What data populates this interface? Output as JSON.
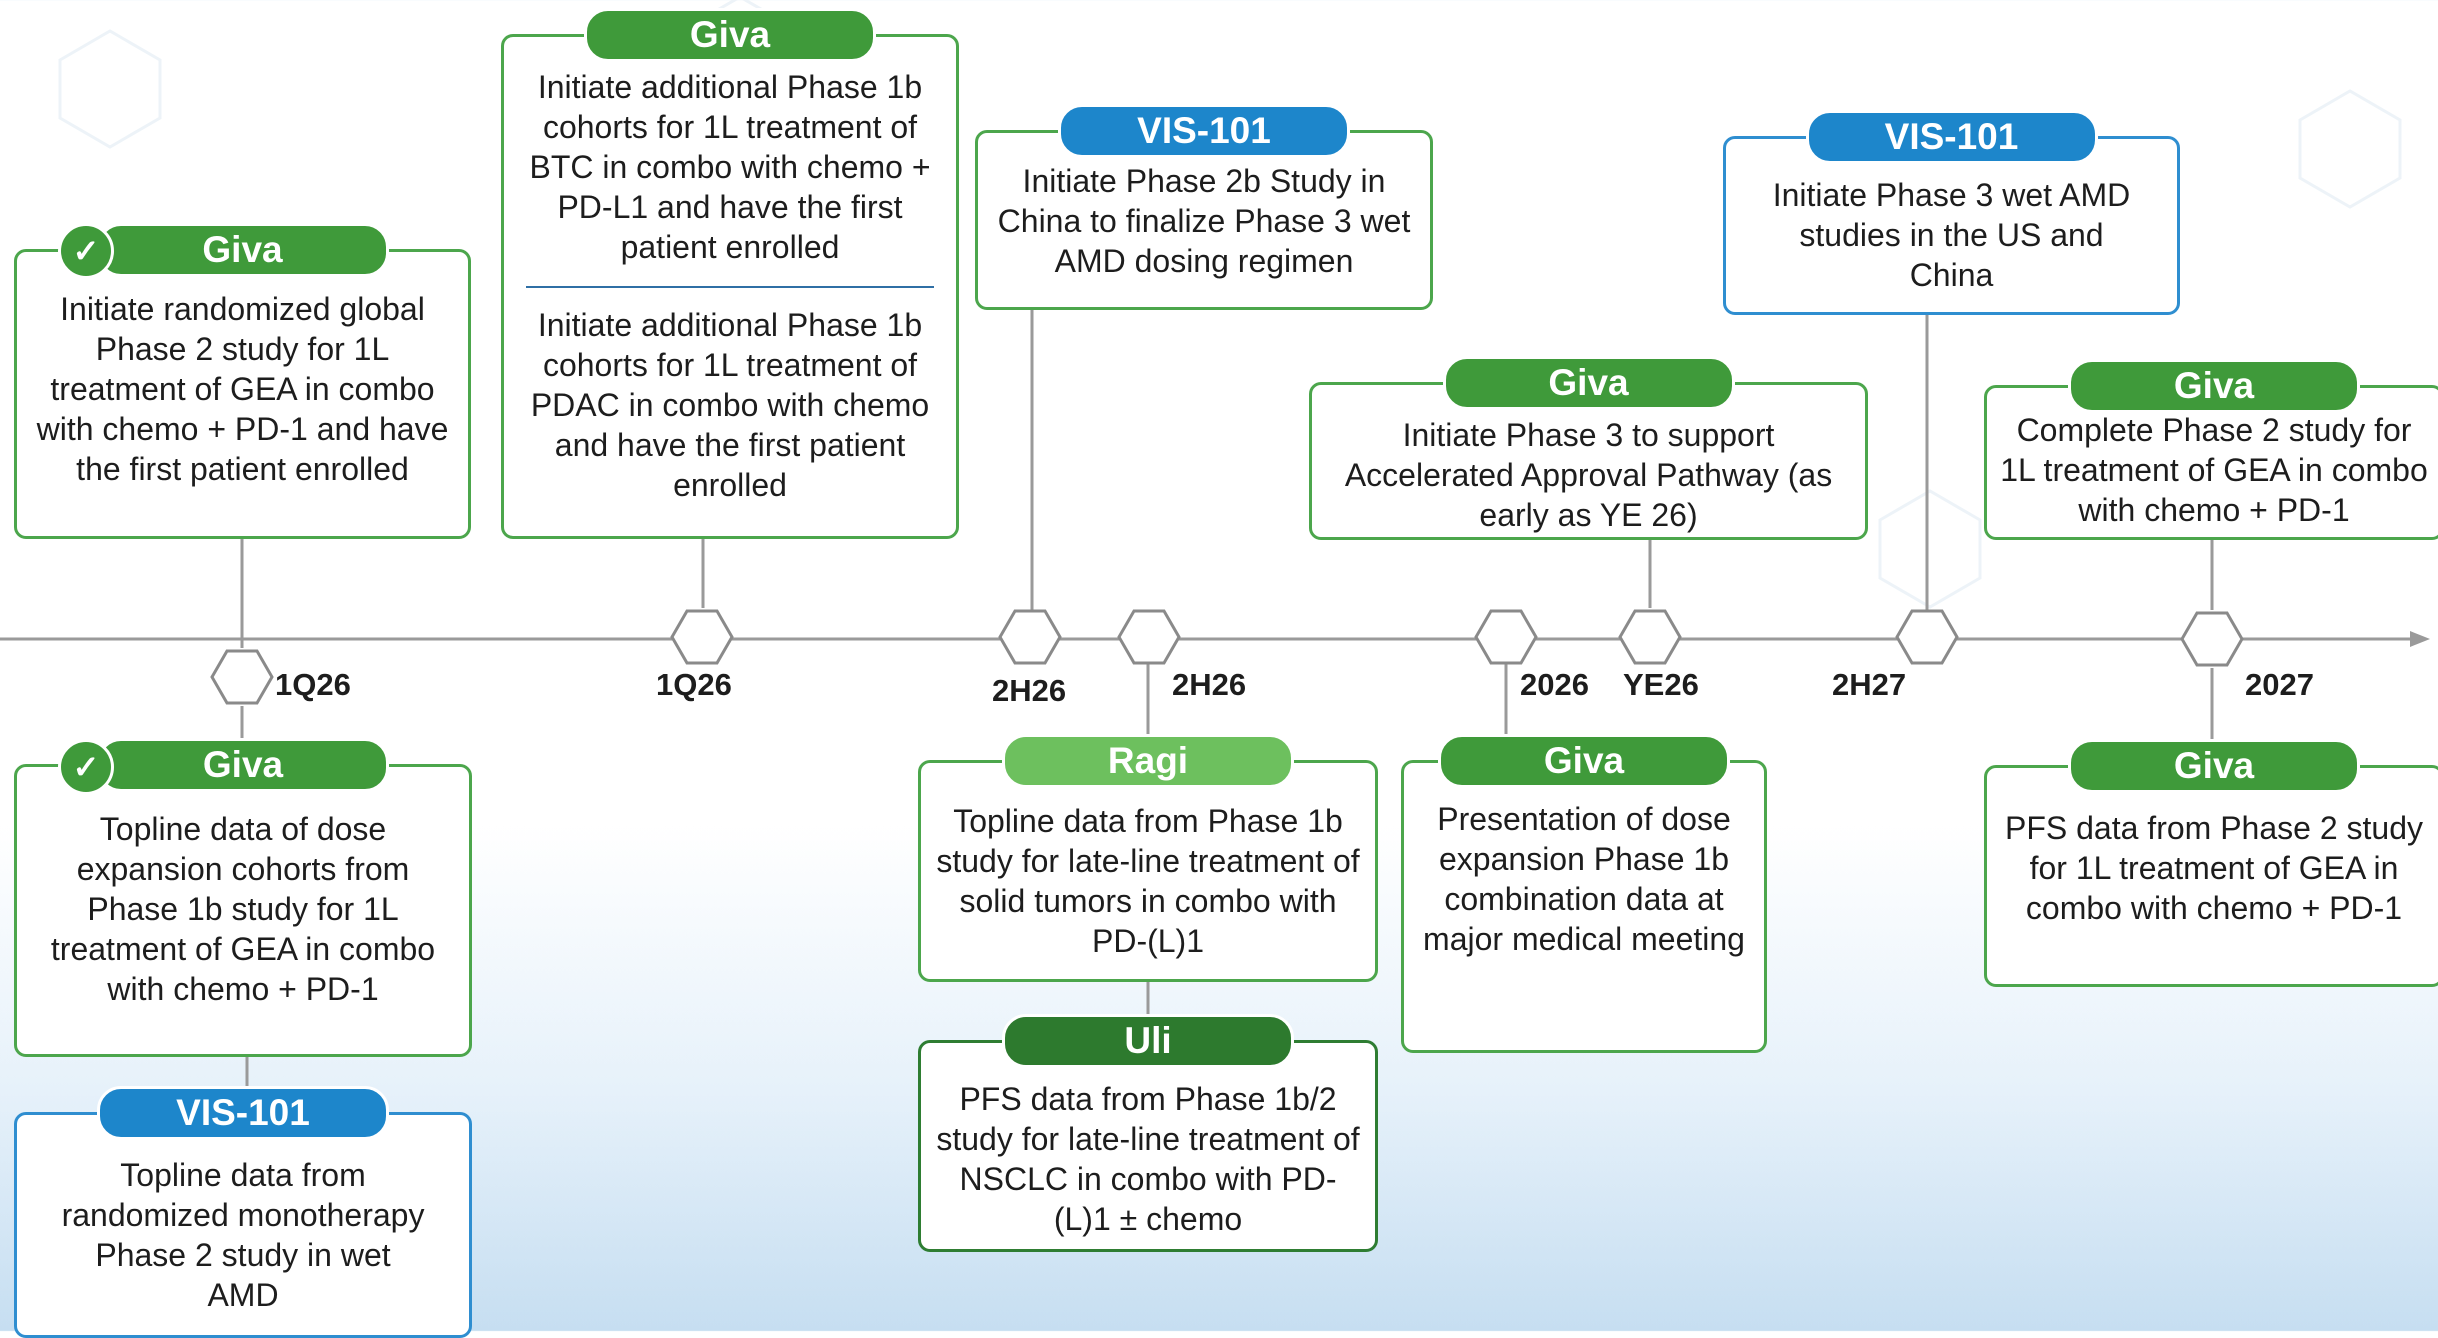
{
  "colors": {
    "green": "#3f9a3a",
    "light_green": "#6dc05e",
    "dark_green": "#2d7a2e",
    "blue": "#1d86cb",
    "axis": "#9a9a9a"
  },
  "icons": {
    "check": "check-icon",
    "milestone": "hexagon-marker"
  },
  "timeline": {
    "labels": {
      "t1": "1Q26",
      "t2": "1Q26",
      "t3": "2H26",
      "t4": "2H26",
      "t5": "2026",
      "t6": "YE26",
      "t7": "2H27",
      "t8": "2027"
    }
  },
  "top": {
    "b1": {
      "tag": "Giva",
      "text": "Initiate randomized global Phase 2 study for 1L treatment of GEA in combo with chemo + PD-1 and have the first patient enrolled"
    },
    "b2": {
      "tag": "Giva",
      "text_a": "Initiate additional Phase 1b cohorts for 1L treatment of BTC in combo with chemo + PD-L1 and have the first patient enrolled",
      "text_b": "Initiate additional Phase 1b cohorts for 1L treatment of PDAC in combo with chemo and have the first patient enrolled"
    },
    "b3": {
      "tag": "VIS-101",
      "text": "Initiate Phase 2b Study in China to finalize Phase 3 wet AMD dosing regimen"
    },
    "b4": {
      "tag": "Giva",
      "text": "Initiate Phase 3 to support Accelerated Approval Pathway (as early as YE 26)"
    },
    "b5": {
      "tag": "VIS-101",
      "text": "Initiate Phase 3 wet AMD studies in the US and China"
    },
    "b6": {
      "tag": "Giva",
      "text": "Complete Phase 2 study for 1L treatment of GEA in combo with chemo + PD-1"
    }
  },
  "bottom": {
    "b1": {
      "tag": "Giva",
      "text": "Topline data of dose expansion cohorts from Phase 1b study for 1L treatment of GEA in combo with chemo + PD-1"
    },
    "b2": {
      "tag": "VIS-101",
      "text": "Topline data from randomized monotherapy Phase 2 study in wet AMD"
    },
    "b3": {
      "tag": "Ragi",
      "text": "Topline data from Phase 1b study for late-line treatment of solid tumors in combo with PD-(L)1"
    },
    "b4": {
      "tag": "Uli",
      "text": "PFS data from Phase 1b/2 study for late-line treatment of NSCLC in combo with PD-(L)1 ± chemo"
    },
    "b5": {
      "tag": "Giva",
      "text": "Presentation of dose expansion Phase 1b combination data at major medical meeting"
    },
    "b6": {
      "tag": "Giva",
      "text": "PFS data from Phase 2 study for 1L treatment of GEA in combo with chemo + PD-1"
    }
  }
}
